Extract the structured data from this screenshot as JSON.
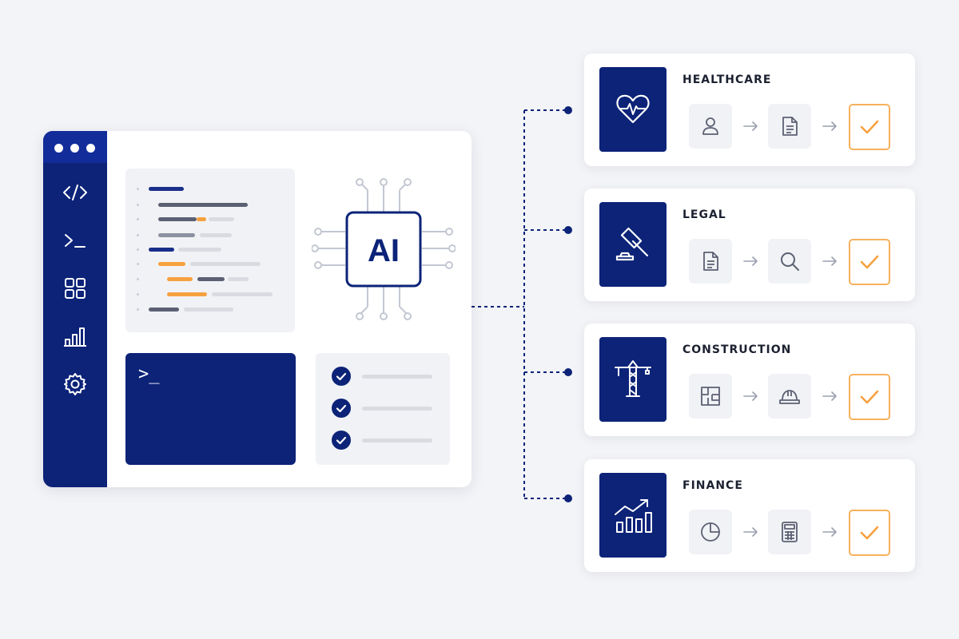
{
  "colors": {
    "navy": "#0c2378",
    "accent_orange": "#f6a13f",
    "background": "#f3f4f7"
  },
  "window": {
    "sidebar_icons": [
      "code-icon",
      "terminal-icon",
      "grid-icon",
      "bar-chart-icon",
      "gear-icon"
    ],
    "terminal_prompt": ">_",
    "ai_chip_label": "AI",
    "tasks": [
      {
        "status": "done",
        "icon": "check-circle-icon"
      },
      {
        "status": "done",
        "icon": "check-circle-icon"
      },
      {
        "status": "done",
        "icon": "check-circle-icon"
      }
    ]
  },
  "industries": [
    {
      "title": "HEALTHCARE",
      "icon": "heart-pulse-icon",
      "steps": [
        "user-icon",
        "document-icon",
        "check-icon"
      ]
    },
    {
      "title": "LEGAL",
      "icon": "gavel-icon",
      "steps": [
        "document-icon",
        "search-icon",
        "check-icon"
      ]
    },
    {
      "title": "CONSTRUCTION",
      "icon": "crane-icon",
      "steps": [
        "blueprint-icon",
        "hard-hat-icon",
        "check-icon"
      ]
    },
    {
      "title": "FINANCE",
      "icon": "growth-chart-icon",
      "steps": [
        "pie-chart-icon",
        "calculator-icon",
        "check-icon"
      ]
    }
  ]
}
